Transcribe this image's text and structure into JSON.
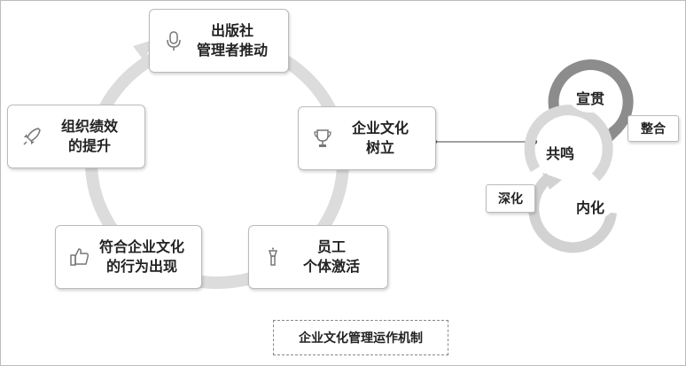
{
  "nodes": {
    "publisher": [
      "出版社",
      "管理者推动"
    ],
    "culture_established": [
      "企业文化",
      "树立"
    ],
    "employee_motivation": [
      "员工",
      "个体激活"
    ],
    "behavior_appears": [
      "符合企业文化",
      "的行为出现"
    ],
    "performance_up": [
      "组织绩效",
      "的提升"
    ]
  },
  "cycle": {
    "propagate": "宣贯",
    "resonate": "共鸣",
    "internalize": "内化",
    "integrate": "整合",
    "deepen": "深化"
  },
  "caption": "企业文化管理运作机制",
  "icons": {
    "publisher": "microphone-icon",
    "culture_established": "trophy-icon",
    "employee_motivation": "torch-icon",
    "behavior_appears": "thumbs-up-icon",
    "performance_up": "rocket-icon"
  },
  "colors": {
    "ring": "#d9d9d9",
    "ring_dark": "#8a8a8a",
    "border": "#bbbbbb"
  }
}
